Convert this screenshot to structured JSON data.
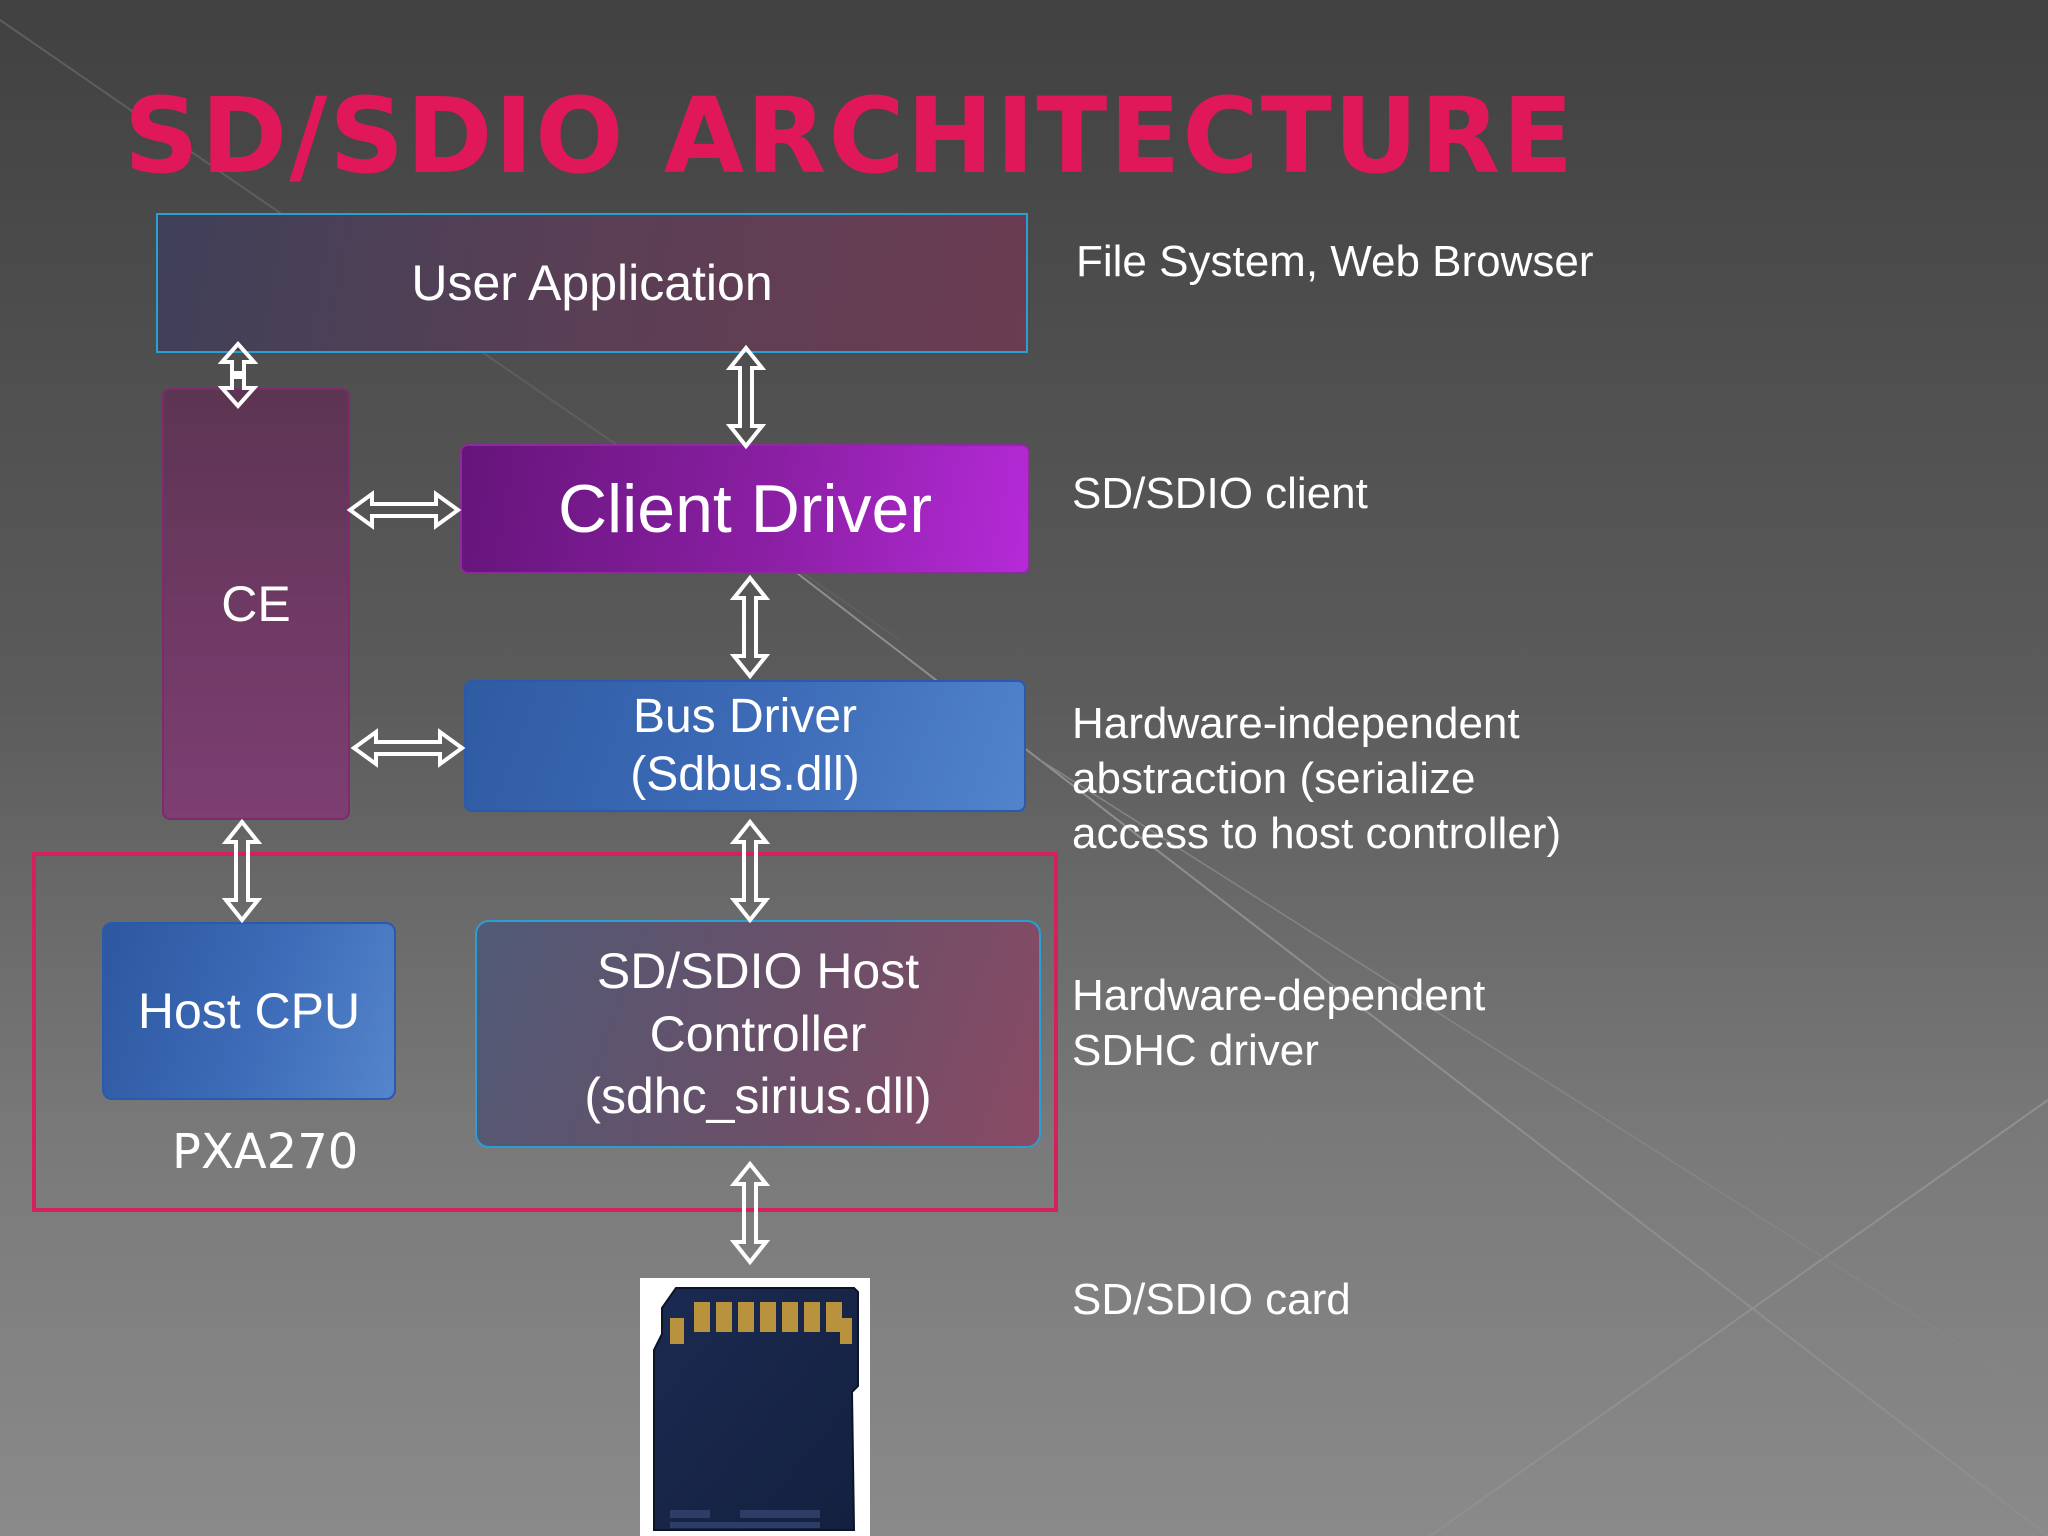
{
  "slide": {
    "title": "SD/SDIO ARCHITECTURE"
  },
  "colors": {
    "title": "#e0185a",
    "frame": "#d3215c",
    "client_driver": "#8b1fa4",
    "bus_driver": "#3e6cb8",
    "host_cpu": "#3e6cb8",
    "user_app_border": "#2a9fd4",
    "ce": "#6e3963"
  },
  "diagram": {
    "user_application": "User Application",
    "ce": "CE",
    "client_driver": "Client Driver",
    "bus_driver": {
      "line1": "Bus Driver",
      "line2": "(Sdbus.dll)"
    },
    "host_cpu": "Host CPU",
    "host_controller": {
      "line1": "SD/SDIO Host",
      "line2": "Controller",
      "line3": "(sdhc_sirius.dll)"
    },
    "pxa_label": "PXA270"
  },
  "notes": {
    "user_app": "File System, Web Browser",
    "client": "SD/SDIO client",
    "bus": "Hardware-independent\nabstraction (serialize\naccess to host controller)",
    "host": "Hardware-dependent\nSDHC  driver",
    "card": "SD/SDIO card"
  },
  "icons": {
    "arrows": "double-headed-arrow-icon",
    "card": "sd-card-image"
  }
}
